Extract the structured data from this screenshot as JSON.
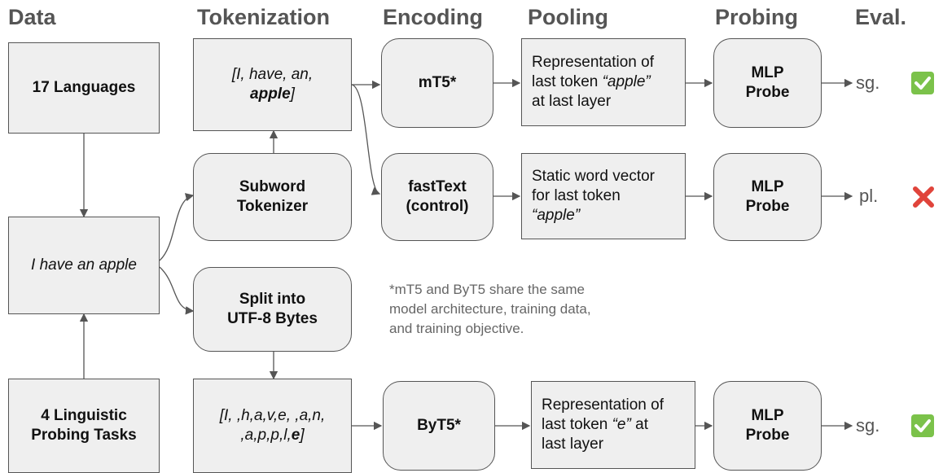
{
  "headers": {
    "data": "Data",
    "tokenization": "Tokenization",
    "encoding": "Encoding",
    "pooling": "Pooling",
    "probing": "Probing",
    "eval": "Eval."
  },
  "data_col": {
    "languages": "17 Languages",
    "sentence": "I have an apple",
    "tasks_line1": "4 Linguistic",
    "tasks_line2": "Probing Tasks"
  },
  "tokenization": {
    "subword_tokens_plain": "[I, have, an,",
    "subword_tokens_bold": "apple",
    "subword_tokens_end": "]",
    "subword_tokenizer_line1": "Subword",
    "subword_tokenizer_line2": "Tokenizer",
    "split_bytes_line1": "Split into",
    "split_bytes_line2": "UTF-8 Bytes",
    "byte_tokens_line1": "[I, ,h,a,v,e, ,a,n,",
    "byte_tokens_line2_plain": ",a,p,p,l,",
    "byte_tokens_line2_bold": "e",
    "byte_tokens_line2_end": "]"
  },
  "encoding": {
    "mt5": "mT5*",
    "fasttext_line1": "fastText",
    "fasttext_line2": "(control)",
    "byt5": "ByT5*"
  },
  "pooling": {
    "rep1_line1": "Representation of",
    "rep1_line2_plain": "last token ",
    "rep1_line2_ital": "“apple”",
    "rep1_line3": "at last layer",
    "static_line1": "Static word vector",
    "static_line2": "for last token",
    "static_line3": "“apple”",
    "rep2_line1": "Representation of",
    "rep2_line2_plain": "last token ",
    "rep2_line2_ital": "“e”",
    "rep2_line2_end": " at",
    "rep2_line3": "last layer"
  },
  "probing": {
    "probe1_line1": "MLP",
    "probe1_line2": "Probe",
    "probe2_line1": "MLP",
    "probe2_line2": "Probe",
    "probe3_line1": "MLP",
    "probe3_line2": "Probe"
  },
  "eval": {
    "out1": "sg.",
    "out2": "pl.",
    "out3": "sg."
  },
  "note": {
    "line1": "*mT5 and ByT5 share the same",
    "line2": "model architecture, training data,",
    "line3": "and training objective."
  },
  "colors": {
    "box_fill": "#efefef",
    "box_border": "#555555",
    "check_green": "#7bc24a",
    "cross_red": "#e0443b"
  },
  "icons": {
    "correct": "check-mark-icon",
    "incorrect": "cross-mark-icon"
  }
}
